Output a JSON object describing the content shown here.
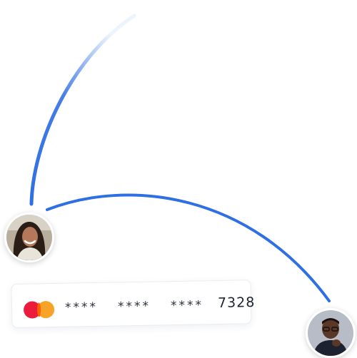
{
  "card": {
    "brand_icon": "mastercard-logo",
    "group1": "****",
    "group2": "****",
    "group3": "****",
    "last4": "7328"
  },
  "avatars": {
    "sender_icon": "woman-avatar",
    "receiver_icon": "man-avatar"
  },
  "colors": {
    "arc": "#2f6fe4",
    "card_red": "#eb1c3b",
    "card_orange": "#f79e1b"
  }
}
